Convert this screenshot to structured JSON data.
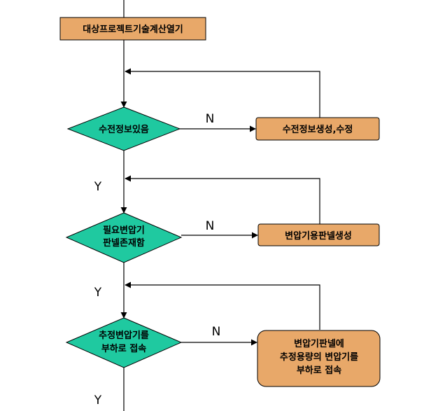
{
  "diagram": {
    "colors": {
      "process_fill": "#e8a869",
      "decision_fill": "#1fc9a0",
      "line": "#000000"
    },
    "nodes": {
      "start_box": {
        "label": "대상프로젝트기술계산열기"
      },
      "decision_1": {
        "label": "수전정보있음"
      },
      "process_1": {
        "label": "수전정보생성,수정"
      },
      "decision_2": {
        "lines": [
          "필요변압기",
          "판넬존재함"
        ]
      },
      "process_2": {
        "label": "변압기용판넬생성"
      },
      "decision_3": {
        "lines": [
          "추정변압기를",
          "부하로 접속"
        ]
      },
      "process_3": {
        "lines": [
          "변압기판넬에",
          "추정용량의 변압기를",
          "부하로 접속"
        ]
      }
    },
    "edge_labels": {
      "no_1": "N",
      "no_2": "N",
      "no_3": "N",
      "yes_1": "Y",
      "yes_2": "Y",
      "yes_3": "Y"
    }
  }
}
